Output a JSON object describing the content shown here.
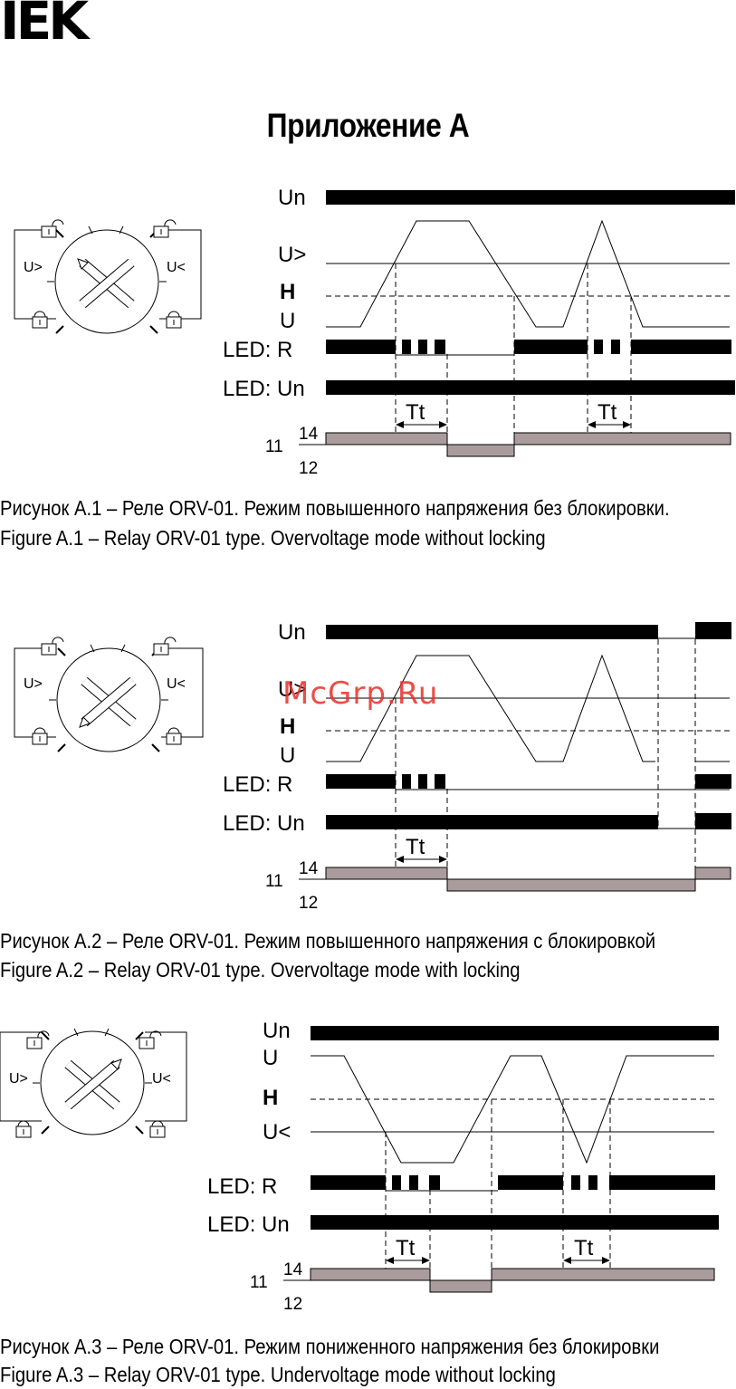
{
  "header": {
    "logo_text": "IEK",
    "title": "Приложение А"
  },
  "figures": [
    {
      "labels": {
        "un": "Un",
        "u_over": "U>",
        "h": "H",
        "u": "U",
        "led_r": "LED: R",
        "led_un": "LED: Un",
        "tt1": "Tt",
        "tt2": "Tt",
        "c11": "11",
        "c14": "14",
        "c12": "12"
      },
      "dial": {
        "left": "U>",
        "right": "U<"
      },
      "caption_ru": "Рисунок А.1 – Реле ORV-01. Режим повышенного напряжения без блокировки.",
      "caption_en": "Figure A.1 – Relay ORV-01 type. Overvoltage  mode without locking"
    },
    {
      "labels": {
        "un": "Un",
        "u_over": "U>",
        "h": "H",
        "u": "U",
        "led_r": "LED: R",
        "led_un": "LED: Un",
        "tt1": "Tt",
        "c11": "11",
        "c14": "14",
        "c12": "12"
      },
      "dial": {
        "left": "U>",
        "right": "U<"
      },
      "caption_ru": "Рисунок А.2 – Реле ORV-01. Режим повышенного напряжения с блокировкой",
      "caption_en": "Figure A.2 – Relay ORV-01 type. Overvoltage mode with locking"
    },
    {
      "labels": {
        "un": "Un",
        "u": "U",
        "h": "H",
        "u_under": "U<",
        "led_r": "LED: R",
        "led_un": "LED: Un",
        "tt1": "Tt",
        "tt2": "Tt",
        "c11": "11",
        "c14": "14",
        "c12": "12"
      },
      "dial": {
        "left": "U>",
        "right": "U<"
      },
      "caption_ru": "Рисунок А.3 – Реле ORV-01. Режим пониженного напряжения без блокировки",
      "caption_en": "Figure A.3 – Relay ORV-01 type. Undervoltage mode without locking"
    }
  ],
  "watermark": "McGrp.Ru"
}
